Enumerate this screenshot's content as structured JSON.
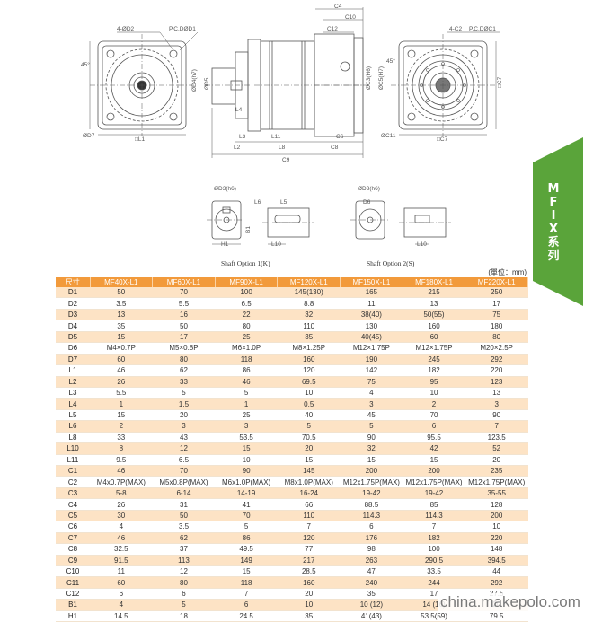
{
  "side_tab": {
    "lines": [
      "M",
      "F",
      "I",
      "X",
      "系",
      "列"
    ],
    "color": "#5aa43a"
  },
  "unit_note": "(單位：mm)",
  "accent_color": "#f29a3b",
  "row_alt_color": "#fde3c5",
  "captions": {
    "shaft1": "Shaft Option 1(K)",
    "shaft2": "Shaft Option 2(S)"
  },
  "drawing_labels": {
    "front_top": "4-ØD2",
    "front_pcd": "P.C.DØD1",
    "front_angle": "45°",
    "front_d7": "ØD7",
    "front_l1": "□L1",
    "side_d4": "ØD4(h7)",
    "side_d5": "ØD5",
    "side_l4": "L4",
    "side_l3": "L3",
    "side_l11": "L11",
    "side_l2": "L2",
    "side_l8": "L8",
    "side_c6": "C6",
    "side_c8": "C8",
    "side_c9": "C9",
    "side_c4": "C4",
    "side_c10": "C10",
    "side_c12": "C12",
    "side_c3": "ØC3(H6)",
    "side_c5": "ØC5(H7)",
    "rear_top": "4-C2",
    "rear_pcd": "P.C.DØC1",
    "rear_angle": "45°",
    "rear_c7": "□C7",
    "rear_c11": "ØC11",
    "rear_c7b": "□C7",
    "k_d3": "ØD3(h6)",
    "k_l6": "L6",
    "k_l5": "L5",
    "k_b1": "B1",
    "k_h1": "H1",
    "k_l10": "L10",
    "s_d3": "ØD3(h6)",
    "s_d6": "D6",
    "s_l10": "L10"
  },
  "table": {
    "headers": [
      "尺寸",
      "MF40X-L1",
      "MF60X-L1",
      "MF90X-L1",
      "MF120X-L1",
      "MF150X-L1",
      "MF180X-L1",
      "MF220X-L1"
    ],
    "rows": [
      [
        "D1",
        "50",
        "70",
        "100",
        "145(130)",
        "165",
        "215",
        "250"
      ],
      [
        "D2",
        "3.5",
        "5.5",
        "6.5",
        "8.8",
        "11",
        "13",
        "17"
      ],
      [
        "D3",
        "13",
        "16",
        "22",
        "32",
        "38(40)",
        "50(55)",
        "75"
      ],
      [
        "D4",
        "35",
        "50",
        "80",
        "110",
        "130",
        "160",
        "180"
      ],
      [
        "D5",
        "15",
        "17",
        "25",
        "35",
        "40(45)",
        "60",
        "80"
      ],
      [
        "D6",
        "M4×0.7P",
        "M5×0.8P",
        "M6×1.0P",
        "M8×1.25P",
        "M12×1.75P",
        "M12×1.75P",
        "M20×2.5P"
      ],
      [
        "D7",
        "60",
        "80",
        "118",
        "160",
        "190",
        "245",
        "292"
      ],
      [
        "L1",
        "46",
        "62",
        "86",
        "120",
        "142",
        "182",
        "220"
      ],
      [
        "L2",
        "26",
        "33",
        "46",
        "69.5",
        "75",
        "95",
        "123"
      ],
      [
        "L3",
        "5.5",
        "5",
        "5",
        "10",
        "4",
        "10",
        "13"
      ],
      [
        "L4",
        "1",
        "1.5",
        "1",
        "0.5",
        "3",
        "2",
        "3"
      ],
      [
        "L5",
        "15",
        "20",
        "25",
        "40",
        "45",
        "70",
        "90"
      ],
      [
        "L6",
        "2",
        "3",
        "3",
        "5",
        "5",
        "6",
        "7"
      ],
      [
        "L8",
        "33",
        "43",
        "53.5",
        "70.5",
        "90",
        "95.5",
        "123.5"
      ],
      [
        "L10",
        "8",
        "12",
        "15",
        "20",
        "32",
        "42",
        "52"
      ],
      [
        "L11",
        "9.5",
        "6.5",
        "10",
        "15",
        "15",
        "15",
        "20"
      ],
      [
        "C1",
        "46",
        "70",
        "90",
        "145",
        "200",
        "200",
        "235"
      ],
      [
        "C2",
        "M4x0.7P(MAX)",
        "M5x0.8P(MAX)",
        "M6x1.0P(MAX)",
        "M8x1.0P(MAX)",
        "M12x1.75P(MAX)",
        "M12x1.75P(MAX)",
        "M12x1.75P(MAX)"
      ],
      [
        "C3",
        "5-8",
        "6-14",
        "14-19",
        "16-24",
        "19-42",
        "19-42",
        "35-55"
      ],
      [
        "C4",
        "26",
        "31",
        "41",
        "66",
        "88.5",
        "85",
        "128"
      ],
      [
        "C5",
        "30",
        "50",
        "70",
        "110",
        "114.3",
        "114.3",
        "200"
      ],
      [
        "C6",
        "4",
        "3.5",
        "5",
        "7",
        "6",
        "7",
        "10"
      ],
      [
        "C7",
        "46",
        "62",
        "86",
        "120",
        "176",
        "182",
        "220"
      ],
      [
        "C8",
        "32.5",
        "37",
        "49.5",
        "77",
        "98",
        "100",
        "148"
      ],
      [
        "C9",
        "91.5",
        "113",
        "149",
        "217",
        "263",
        "290.5",
        "394.5"
      ],
      [
        "C10",
        "11",
        "12",
        "15",
        "28.5",
        "47",
        "33.5",
        "44"
      ],
      [
        "C11",
        "60",
        "80",
        "118",
        "160",
        "240",
        "244",
        "292"
      ],
      [
        "C12",
        "6",
        "6",
        "7",
        "20",
        "35",
        "17",
        "27.5"
      ],
      [
        "B1",
        "4",
        "5",
        "6",
        "10",
        "10 (12)",
        "14 (16)",
        "20"
      ],
      [
        "H1",
        "14.5",
        "18",
        "24.5",
        "35",
        "41(43)",
        "53.5(59)",
        "79.5"
      ]
    ]
  },
  "watermark": "china.makepolo.com"
}
